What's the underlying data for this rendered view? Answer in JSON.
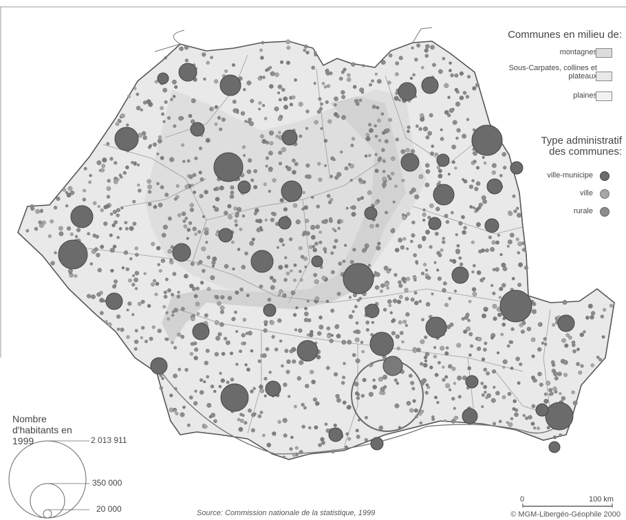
{
  "legend_milieu": {
    "title": "Communes en milieu de:",
    "items": [
      {
        "label": "montagnes",
        "color": "#dcdcdc"
      },
      {
        "label": "Sous-Carpates, collines et plateaux",
        "color": "#e8e8e8"
      },
      {
        "label": "plaines",
        "color": "#f2f2f2"
      }
    ]
  },
  "legend_type": {
    "title": "Type administratif des communes:",
    "items": [
      {
        "label": "ville-municipe",
        "color": "#6b6b6b"
      },
      {
        "label": "ville",
        "color": "#a6a6a6"
      },
      {
        "label": "rurale",
        "color": "#8c8c8c"
      }
    ]
  },
  "size_legend": {
    "title": "Nombre d'habitants en 1999",
    "values": [
      "2 013 911",
      "350 000",
      "20 000"
    ]
  },
  "scale": {
    "zero": "0",
    "max": "100 km"
  },
  "source": "Source: Commission nationale de la statistique, 1999",
  "copyright": "© MGM-Libergéo-Géophile 2000"
}
